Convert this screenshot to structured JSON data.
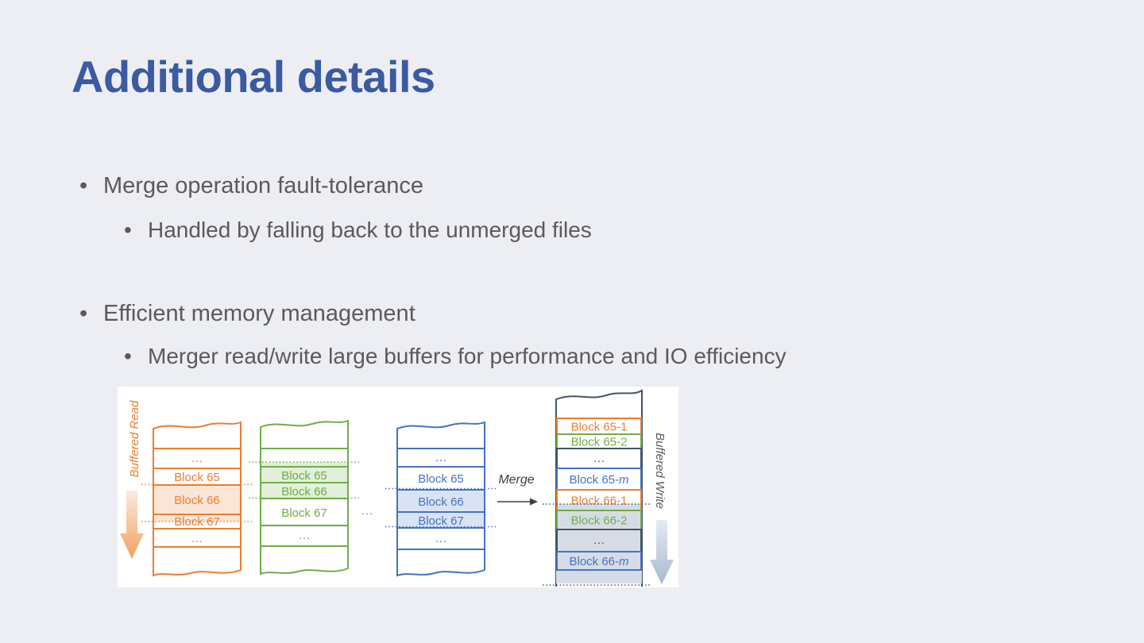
{
  "colors": {
    "title": "#3A5AA2",
    "body_text": "#5A5A5A",
    "background": "#ECEEF3",
    "panel_bg": "#FFFFFF",
    "orange": "#ED7D31",
    "orange_light": "#FBE5D6",
    "green": "#70AD47",
    "green_light": "#E2EFDA",
    "blue": "#4472C4",
    "blue_light": "#DAE3F3",
    "navy": "#44546A",
    "gray_fill": "#D6DCE5",
    "merge_gray": "#3F3F3F",
    "mid_dots": "#8A9099",
    "write_label": "#595959",
    "read_arrow_from": "#FCEADD",
    "read_arrow_to": "#F0A160",
    "write_arrow_from": "#E6EBF2",
    "write_arrow_to": "#A8B9CF"
  },
  "slide": {
    "title": "Additional details",
    "bullet_char": "•",
    "bullets": [
      {
        "level": 1,
        "text": "Merge operation fault-tolerance"
      },
      {
        "level": 2,
        "text": "Handled by falling back to the unmerged files"
      },
      {
        "level": 1,
        "text": "Efficient memory management"
      },
      {
        "level": 2,
        "text": "Merger read/write large buffers for performance and IO efficiency"
      }
    ]
  },
  "diagram": {
    "read_label": "Buffered Read",
    "write_label": "Buffered Write",
    "merge_label": "Merge",
    "mid_dots": "…",
    "runs": {
      "orange": {
        "top_dots": "…",
        "b65": "Block 65",
        "b66": "Block 66",
        "b67": "Block 67",
        "bottom_dots": "…"
      },
      "green": {
        "b65": "Block 65",
        "b66": "Block 66",
        "b67": "Block 67",
        "bottom_dots": "…"
      },
      "blue": {
        "top_dots": "…",
        "b65": "Block 65",
        "b66": "Block 66",
        "b67": "Block 67",
        "bottom_dots": "…"
      }
    },
    "output": {
      "r651": "Block 65-1",
      "r652": "Block 65-2",
      "dots1": "…",
      "r65m_prefix": "Block 65-",
      "r65m_italic": "m",
      "r661": "Block 66-1",
      "r662": "Block 66-2",
      "dots2": "…",
      "r66m_prefix": "Block 66-",
      "r66m_italic": "m"
    }
  }
}
